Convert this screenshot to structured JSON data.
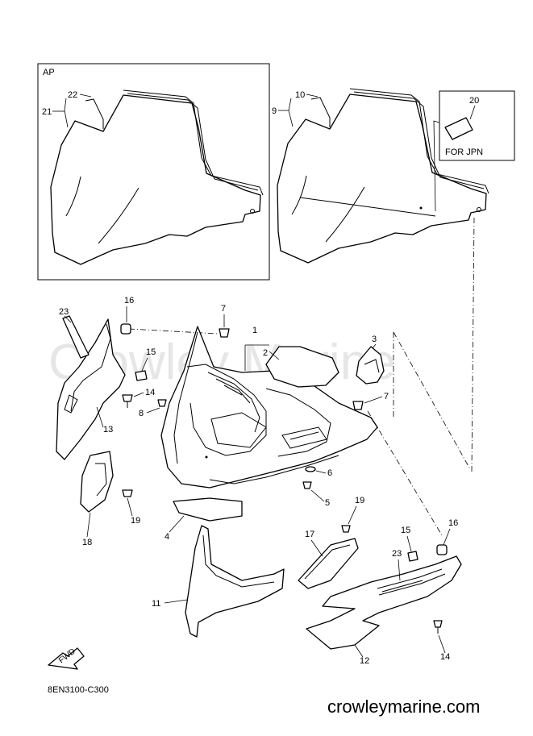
{
  "watermark": "Crowley Marine",
  "site_url": "crowleymarine.com",
  "diagram_code": "8EN3100-C300",
  "fwd_label": "FWD",
  "ap_box_label": "AP",
  "jpn_box_label": "FOR JPN",
  "callouts": {
    "c1": "1",
    "c2": "2",
    "c3": "3",
    "c4": "4",
    "c5": "5",
    "c6": "6",
    "c7a": "7",
    "c7b": "7",
    "c8": "8",
    "c9": "9",
    "c10": "10",
    "c11": "11",
    "c12": "12",
    "c13": "13",
    "c14a": "14",
    "c14b": "14",
    "c15a": "15",
    "c15b": "15",
    "c16a": "16",
    "c16b": "16",
    "c17": "17",
    "c18": "18",
    "c19a": "19",
    "c19b": "19",
    "c20": "20",
    "c21": "21",
    "c22": "22",
    "c23a": "23",
    "c23b": "23"
  }
}
